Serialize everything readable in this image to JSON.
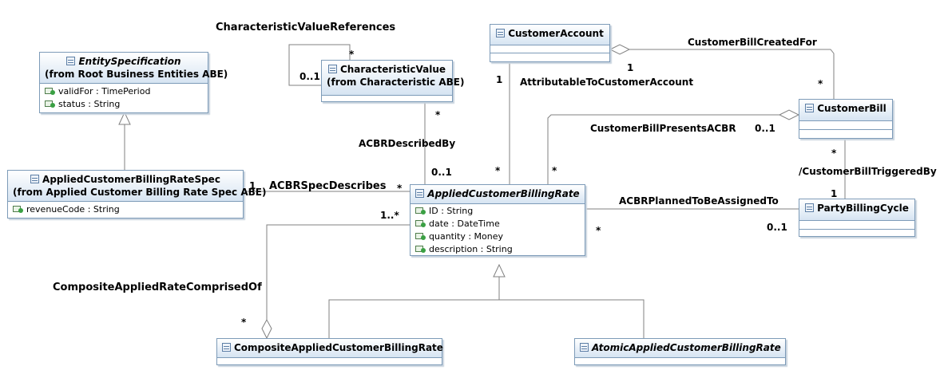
{
  "classes": {
    "entity_spec": {
      "name": "EntitySpecification",
      "from": "(from Root Business Entities ABE)",
      "attributes": [
        "validFor : TimePeriod",
        "status : String"
      ]
    },
    "characteristic_value": {
      "name": "CharacteristicValue",
      "from": "(from Characteristic ABE)"
    },
    "customer_account": {
      "name": "CustomerAccount"
    },
    "customer_bill": {
      "name": "CustomerBill"
    },
    "acbr_spec": {
      "name": "AppliedCustomerBillingRateSpec",
      "from": "(from Applied Customer Billing Rate Spec ABE)",
      "attributes": [
        "revenueCode : String"
      ]
    },
    "acbr": {
      "name": "AppliedCustomerBillingRate",
      "attributes": [
        "ID : String",
        "date : DateTime",
        "quantity : Money",
        "description : String"
      ]
    },
    "party_billing_cycle": {
      "name": "PartyBillingCycle"
    },
    "composite_acbr": {
      "name": "CompositeAppliedCustomerBillingRate"
    },
    "atomic_acbr": {
      "name": "AtomicAppliedCustomerBillingRate"
    }
  },
  "associations": {
    "char_value_refs": "CharacteristicValueReferences",
    "customer_bill_created_for": "CustomerBillCreatedFor",
    "attributable_to_customer_account": "AttributableToCustomerAccount",
    "customer_bill_presents_acbr": "CustomerBillPresentsACBR",
    "acbr_described_by": "ACBRDescribedBy",
    "customer_bill_triggered_by": "/CustomerBillTriggeredBy",
    "acbr_spec_describes": "ACBRSpecDescribes",
    "acbr_planned_to_be_assigned_to": "ACBRPlannedToBeAssignedTo",
    "composite_comprised_of": "CompositeAppliedRateComprisedOf"
  },
  "multiplicities": {
    "cvr_star": "*",
    "cvr_01": "0..1",
    "cbcf_1": "1",
    "cbcf_star": "*",
    "atca_1": "1",
    "atca_star": "*",
    "cbpa_01": "0..1",
    "cbpa_star": "*",
    "acbrdb_star": "*",
    "acbrdb_01": "0..1",
    "cbtb_star": "*",
    "cbtb_1": "1",
    "spec_1": "1",
    "spec_star": "*",
    "comp_1n": "1..*",
    "comp_star": "*",
    "plan_star": "*",
    "plan_01": "0..1"
  }
}
